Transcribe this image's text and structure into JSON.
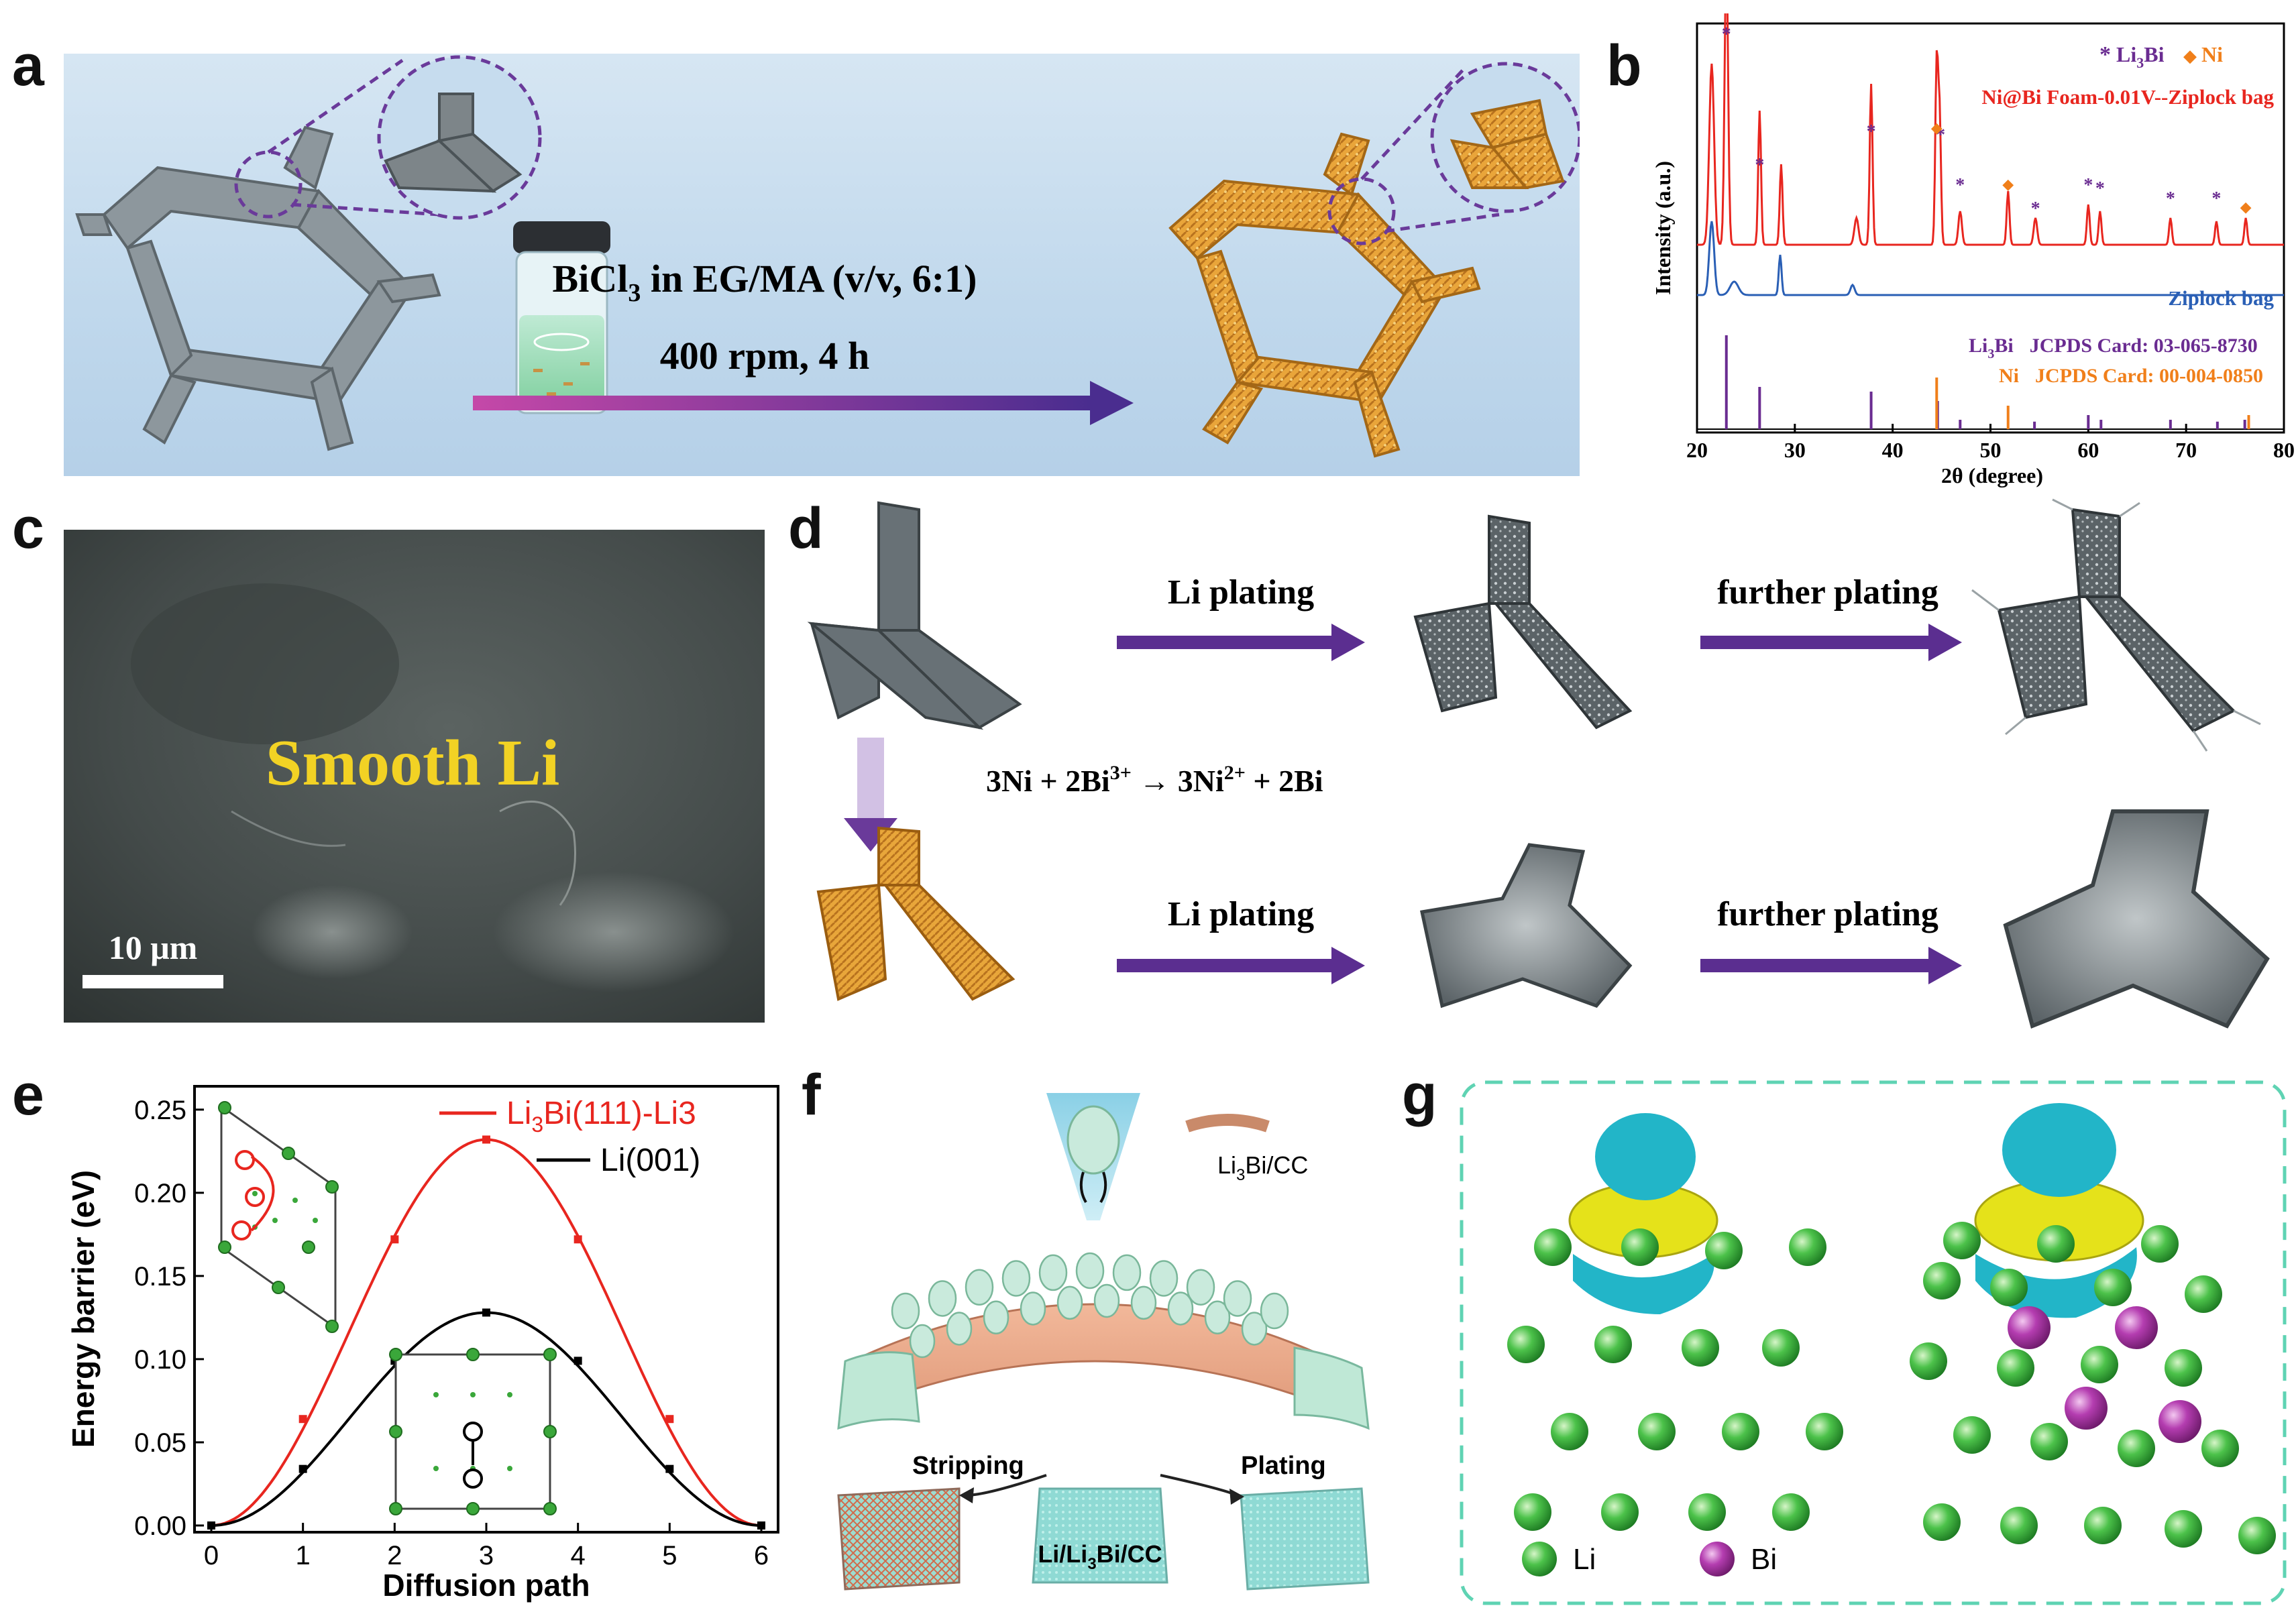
{
  "panels": {
    "a": {
      "label": "a",
      "reagent": "BiCl",
      "reagent_sub": "3",
      "reagent_rest": " in EG/MA (v/v, 6:1)",
      "conditions": "400 rpm, 4 h"
    },
    "b": {
      "label": "b",
      "legend_star": "*",
      "legend_li3bi": "Li",
      "legend_li3bi_sub": "3",
      "legend_li3bi_rest": "Bi",
      "legend_diamond": "◆",
      "legend_ni": "Ni",
      "ylabel": "Intensity (a.u.)",
      "xlabel": "2θ (degree)",
      "series_top_label": "Ni@Bi Foam-0.01V--Ziplock bag",
      "series_mid_label": "Ziplock bag",
      "ref_li3bi_name": "Li",
      "ref_li3bi_sub": "3",
      "ref_li3bi_rest": "Bi",
      "ref_li3bi_card": "JCPDS Card: 03-065-8730",
      "ref_ni_name": "Ni",
      "ref_ni_card": "JCPDS Card: 00-004-0850",
      "xticks": [
        "20",
        "30",
        "40",
        "50",
        "60",
        "70",
        "80"
      ]
    },
    "c": {
      "label": "c",
      "caption": "Smooth Li",
      "scalebar": "10 μm"
    },
    "d": {
      "label": "d",
      "top_step1": "Li plating",
      "top_step2": "further plating",
      "bottom_step1": "Li plating",
      "bottom_step2": "further plating",
      "reaction": "3Ni + 2Bi",
      "reaction_sup1": "3+",
      "reaction_mid": " → 3Ni",
      "reaction_sup2": "2+",
      "reaction_end": " + 2Bi"
    },
    "e": {
      "label": "e",
      "ylabel": "Energy barrier (eV)",
      "xlabel": "Diffusion path",
      "legend1_name": "Li",
      "legend1_sub": "3",
      "legend1_rest": "Bi(111)-Li3",
      "legend2_name": "Li(001)",
      "xticks": [
        "0",
        "1",
        "2",
        "3",
        "4",
        "5",
        "6"
      ],
      "yticks": [
        "0.00",
        "0.05",
        "0.10",
        "0.15",
        "0.20",
        "0.25"
      ]
    },
    "f": {
      "label": "f",
      "legend_name": "Li",
      "legend_sub": "3",
      "legend_rest": "Bi/CC",
      "stripping": "Stripping",
      "plating": "Plating",
      "center_name": "Li/Li",
      "center_sub": "3",
      "center_rest": "Bi/CC"
    },
    "g": {
      "label": "g",
      "legend_li": "Li",
      "legend_bi": "Bi"
    }
  },
  "colors": {
    "xrd_top": "#e8261f",
    "xrd_mid": "#2a5fb5",
    "li3bi_marker": "#6a2c91",
    "ni_marker": "#f07f1a",
    "arrow_purple": "#5b2e90",
    "li_atom": "#3aa73a",
    "bi_atom": "#9a2b9a",
    "cyan_iso": "#22b5c8",
    "yellow_iso": "#e5e21a",
    "foam_gray": "#7d8589",
    "foam_gold": "#e8a63a"
  },
  "chart_data": [
    {
      "panel": "b",
      "type": "line",
      "xlabel": "2θ (degree)",
      "ylabel": "Intensity (a.u.)",
      "xlim": [
        20,
        80
      ],
      "series": [
        {
          "name": "Ni@Bi Foam-0.01V--Ziplock bag",
          "peaks_x": [
            21.5,
            23.0,
            26.4,
            28.6,
            36.3,
            37.8,
            44.5,
            44.8,
            46.9,
            51.8,
            54.6,
            60.0,
            61.2,
            68.4,
            73.1,
            76.1
          ]
        },
        {
          "name": "Ziplock bag",
          "peaks_x": [
            21.5,
            23.8,
            28.5,
            35.9
          ]
        },
        {
          "name": "Li3Bi JCPDS Card: 03-065-8730",
          "sticks": [
            [
              23.0,
              1.0
            ],
            [
              26.4,
              0.45
            ],
            [
              37.8,
              0.4
            ],
            [
              44.6,
              0.3
            ],
            [
              46.9,
              0.1
            ],
            [
              54.5,
              0.08
            ],
            [
              60.0,
              0.15
            ],
            [
              61.3,
              0.1
            ],
            [
              68.4,
              0.1
            ],
            [
              73.2,
              0.08
            ],
            [
              76.0,
              0.1
            ]
          ]
        },
        {
          "name": "Ni JCPDS Card: 00-004-0850",
          "sticks": [
            [
              44.5,
              0.55
            ],
            [
              51.8,
              0.25
            ],
            [
              76.4,
              0.15
            ]
          ]
        }
      ]
    },
    {
      "panel": "e",
      "type": "line",
      "xlabel": "Diffusion path",
      "ylabel": "Energy barrier (eV)",
      "xlim": [
        0,
        6
      ],
      "ylim": [
        0,
        0.26
      ],
      "series": [
        {
          "name": "Li3Bi(111)-Li3",
          "x": [
            0,
            1,
            2,
            3,
            4,
            5,
            6
          ],
          "y": [
            0.0,
            0.064,
            0.172,
            0.232,
            0.172,
            0.064,
            0.0
          ]
        },
        {
          "name": "Li(001)",
          "x": [
            0,
            1,
            2,
            3,
            4,
            5,
            6
          ],
          "y": [
            0.0,
            0.034,
            0.099,
            0.128,
            0.099,
            0.034,
            0.0
          ]
        }
      ]
    }
  ]
}
